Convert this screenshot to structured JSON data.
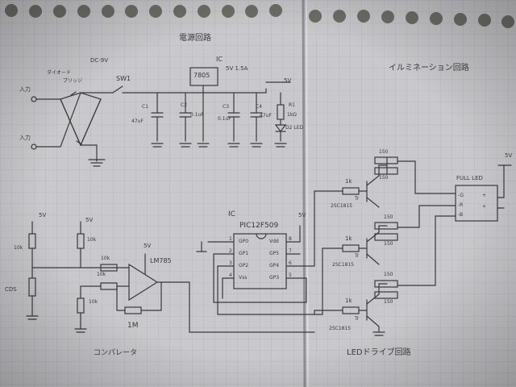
{
  "photo": {
    "subject": "hand-drawn circuit schematic on grid notebook paper",
    "paper_color": "#cfcfd2",
    "grid_color": "#b4b4bb",
    "ink_color": "#3a3a3c",
    "background_color": "#6f7069"
  },
  "power_section": {
    "title": "電源回路",
    "input_plus": "入力",
    "input_minus": "入力",
    "bridge_label_1": "ダイオード",
    "bridge_label_2": "ブリッジ",
    "dc_label": "DC-9V",
    "switch": "SW1",
    "ic_label": "IC",
    "regulator": "7805",
    "regulator_spec": "5V 1.5A",
    "output": "5V",
    "c1": "C1",
    "c1_val": "47uF",
    "c2": "C2",
    "c2_val": "0.1uF",
    "c3": "C3",
    "c3_val": "0.1uF",
    "c4": "C4",
    "c4_val": "47uF",
    "r1": "R1",
    "r1_val": "1kΩ",
    "led": "D2 LED"
  },
  "comparator_section": {
    "title": "コンパレータ",
    "vcc_left": "5V",
    "vcc_mid": "5V",
    "vcc_op": "5V",
    "r_left": "10k",
    "r_top": "10k",
    "cds": "CDS",
    "r_in1": "10k",
    "r_in2": "10k",
    "vr": "10k",
    "opamp": "LM785",
    "feedback": "1M"
  },
  "pic_section": {
    "ic_label": "IC",
    "chip": "PIC12F509",
    "vcc": "5V",
    "pin_gp0": "GP0",
    "pin_gp1": "GP1",
    "pin_gp2": "GP2",
    "pin_gp3": "GP3",
    "pin_gp4": "GP4",
    "pin_gp5": "GP5",
    "pin_vdd": "Vdd",
    "pin_vss": "Vss",
    "pin_n1": "1",
    "pin_n2": "2",
    "pin_n3": "3",
    "pin_n4": "4",
    "pin_n5": "5",
    "pin_n6": "6",
    "pin_n7": "7",
    "pin_n8": "8"
  },
  "driver_section": {
    "title_top": "イルミネーション回路",
    "title_bottom": "LEDドライブ回路",
    "r_base1": "1k",
    "r_base2": "1k",
    "r_base3": "1k",
    "tr1": "Tr",
    "tr2": "Tr",
    "tr3": "Tr",
    "tr_part1": "2SC1815",
    "tr_part2": "2SC1815",
    "tr_part3": "2SC1815",
    "r_150a": "150",
    "r_150b": "150",
    "r_150c": "150",
    "r_150d": "150",
    "r_150e": "150",
    "r_150f": "150",
    "led_label": "FULL LED",
    "pin_g": "-G",
    "pin_r": "-R",
    "pin_b": "-B",
    "pin_plus1": "+",
    "pin_plus2": "+",
    "vcc": "5V"
  }
}
